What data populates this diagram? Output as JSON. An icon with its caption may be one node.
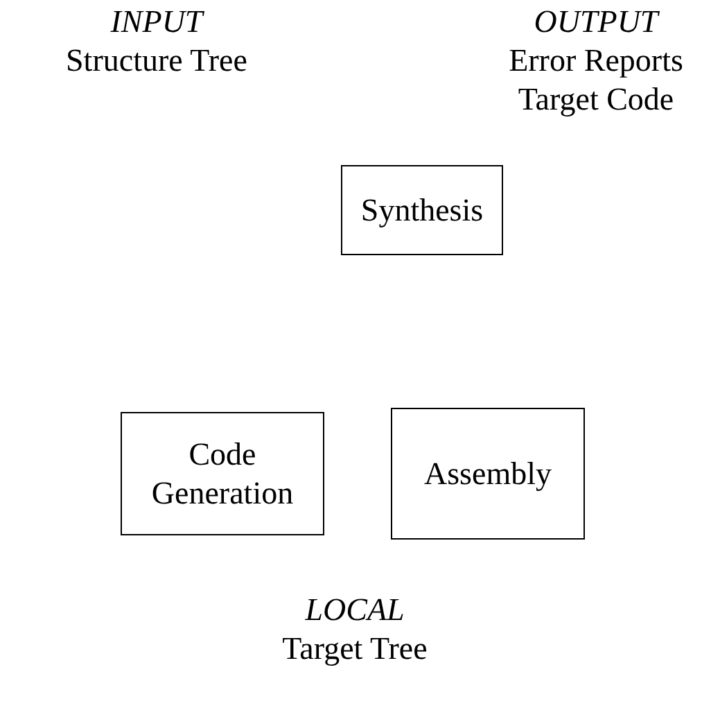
{
  "diagram": {
    "nodes": [
      {
        "text": [
          "Synthesis"
        ]
      },
      {
        "text": [
          "Code Generation"
        ]
      },
      {
        "text": [
          "Assembly"
        ]
      }
    ],
    "labels": [
      "INPUT",
      "Structure Tree",
      "OUTPUT",
      "Error Reports",
      "Target Code",
      "LOCAL",
      "Target Tree"
    ]
  }
}
